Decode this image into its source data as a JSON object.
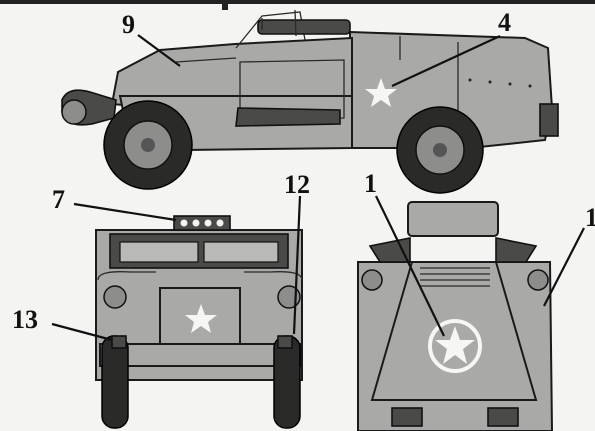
{
  "drawing": {
    "views": [
      "side-view",
      "front-view",
      "top-view"
    ],
    "callouts": [
      {
        "key": "9",
        "text": "9"
      },
      {
        "key": "4",
        "text": "4"
      },
      {
        "key": "7",
        "text": "7"
      },
      {
        "key": "12",
        "text": "12"
      },
      {
        "key": "1",
        "text": "1"
      },
      {
        "key": "13",
        "text": "13"
      },
      {
        "key": "1b",
        "text": "1"
      }
    ]
  }
}
